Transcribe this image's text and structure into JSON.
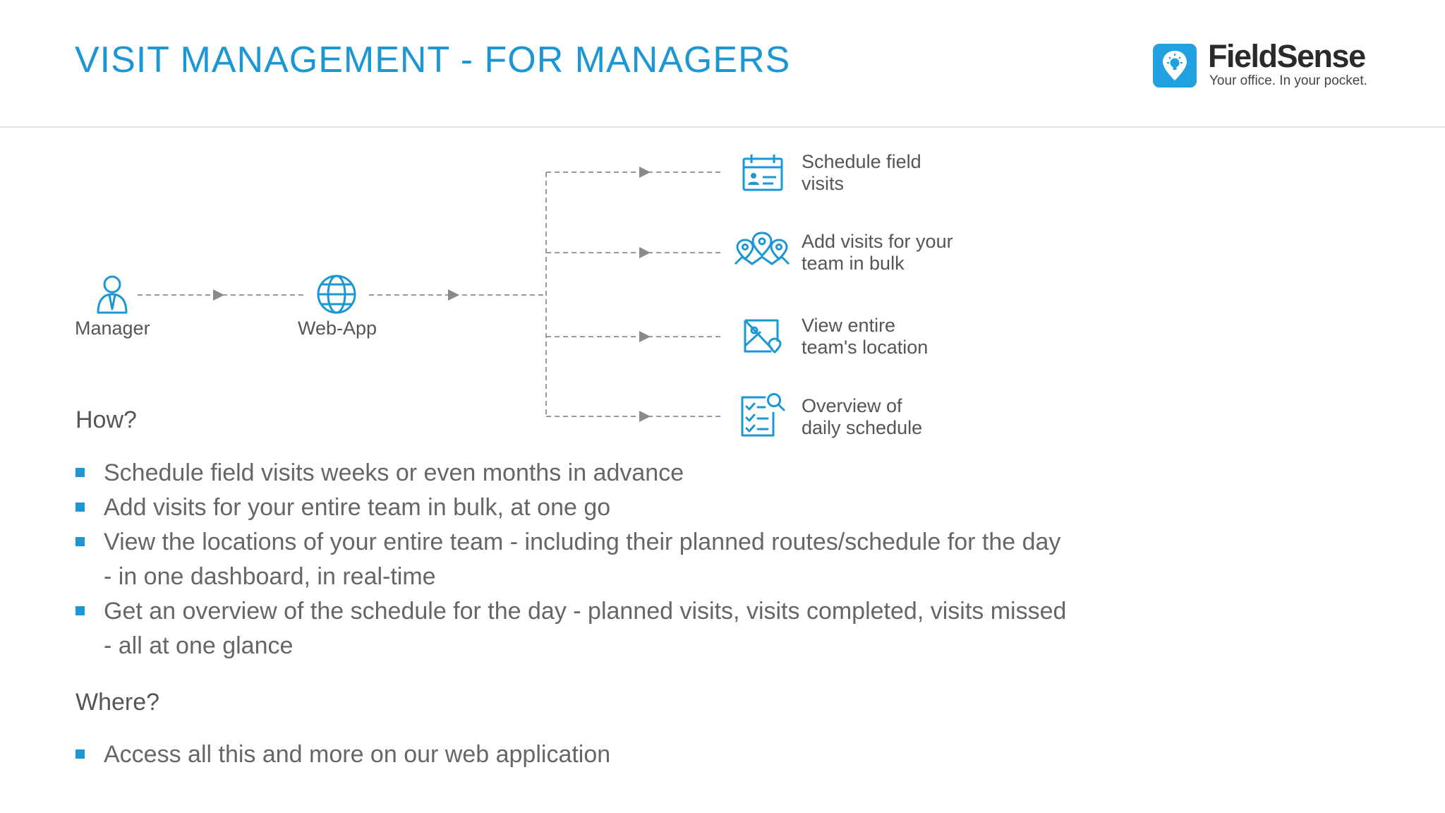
{
  "header": {
    "title": "VISIT MANAGEMENT - FOR MANAGERS",
    "logo": {
      "brand": "FieldSense",
      "tagline": "Your office. In your pocket."
    }
  },
  "diagram": {
    "nodes": [
      {
        "label": "Manager",
        "icon": "manager-icon"
      },
      {
        "label": "Web-App",
        "icon": "globe-icon"
      }
    ],
    "features": [
      {
        "line1": "Schedule field",
        "line2": "visits",
        "icon": "calendar-icon"
      },
      {
        "line1": "Add visits for your",
        "line2": "team in bulk",
        "icon": "location-pins-icon"
      },
      {
        "line1": "View entire",
        "line2": "team's location",
        "icon": "map-icon"
      },
      {
        "line1": "Overview of",
        "line2": "daily schedule",
        "icon": "checklist-search-icon"
      }
    ]
  },
  "how": {
    "heading": "How?",
    "bullets": [
      {
        "line1": "Schedule field visits weeks or even months in advance",
        "line2": ""
      },
      {
        "line1": "Add visits for your entire team in bulk, at one go",
        "line2": ""
      },
      {
        "line1": "View the locations of your entire team - including their planned routes/schedule for the day",
        "line2": "- in one dashboard, in real-time"
      },
      {
        "line1": "Get an overview of the schedule for the day - planned visits, visits completed, visits missed",
        "line2": "- all at one glance"
      }
    ]
  },
  "where": {
    "heading": "Where?",
    "bullets": [
      {
        "line1": "Access all this and more on our web application",
        "line2": ""
      }
    ]
  },
  "colors": {
    "accent": "#1d97d4",
    "text": "#555555",
    "connector": "#999999"
  }
}
